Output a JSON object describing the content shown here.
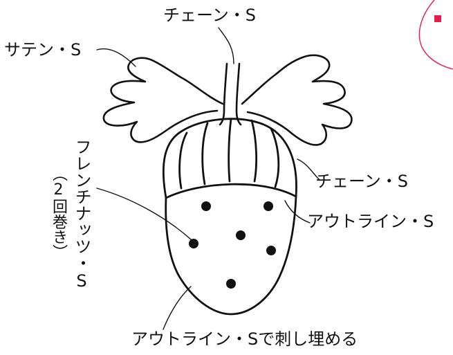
{
  "labels": {
    "chain_top": "チェーン・S",
    "satin": "サテン・S",
    "chain_right": "チェーン・S",
    "outline_right": "アウトライン・S",
    "french_knot": "フレンチナッツ・S",
    "french_knot_note": "（2回巻き）",
    "outline_fill": "アウトライン・Sで刺し埋める"
  },
  "colors": {
    "line": "#111111",
    "accent": "#e0204a"
  },
  "icons": {
    "corner_mark": "pink-square-marker"
  }
}
